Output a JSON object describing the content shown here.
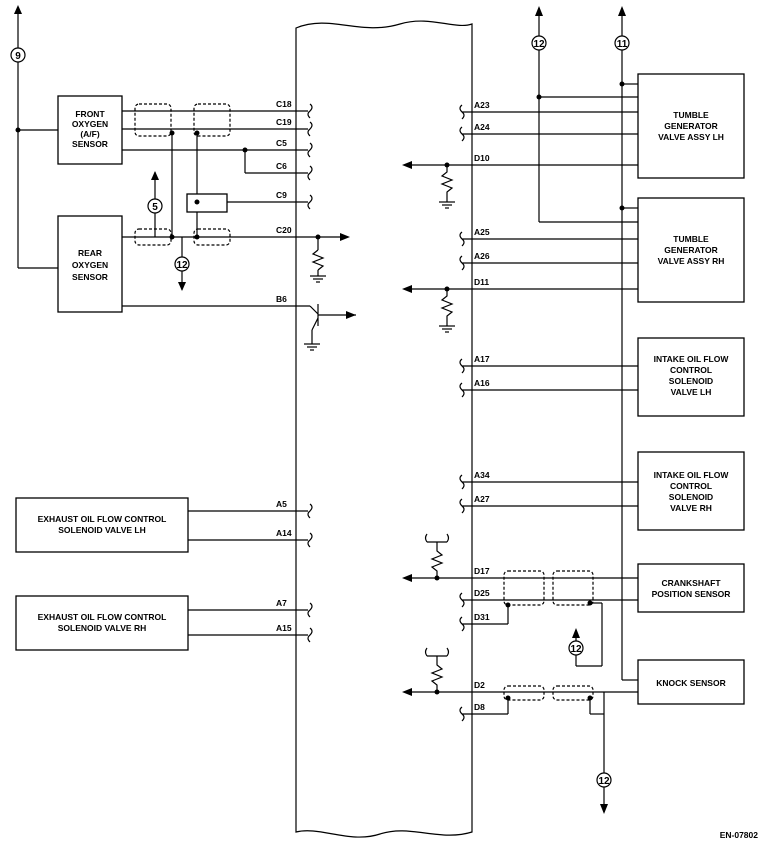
{
  "components": {
    "front_o2": [
      "FRONT",
      "OXYGEN",
      "(A/F)",
      "SENSOR"
    ],
    "rear_o2": [
      "REAR",
      "OXYGEN",
      "SENSOR"
    ],
    "exh_lh": [
      "EXHAUST OIL FLOW CONTROL",
      "SOLENOID VALVE LH"
    ],
    "exh_rh": [
      "EXHAUST OIL FLOW CONTROL",
      "SOLENOID VALVE RH"
    ],
    "tgv_lh": [
      "TUMBLE",
      "GENERATOR",
      "VALVE ASSY LH"
    ],
    "tgv_rh": [
      "TUMBLE",
      "GENERATOR",
      "VALVE ASSY RH"
    ],
    "intake_lh": [
      "INTAKE OIL FLOW",
      "CONTROL",
      "SOLENOID",
      "VALVE LH"
    ],
    "intake_rh": [
      "INTAKE OIL FLOW",
      "CONTROL",
      "SOLENOID",
      "VALVE RH"
    ],
    "crank": [
      "CRANKSHAFT",
      "POSITION SENSOR"
    ],
    "knock": [
      "KNOCK SENSOR"
    ]
  },
  "pins": {
    "c18": "C18",
    "c19": "C19",
    "c5": "C5",
    "c6": "C6",
    "c9": "C9",
    "c20": "C20",
    "b6": "B6",
    "a5": "A5",
    "a14": "A14",
    "a7": "A7",
    "a15": "A15",
    "a23": "A23",
    "a24": "A24",
    "d10": "D10",
    "a25": "A25",
    "a26": "A26",
    "d11": "D11",
    "a17": "A17",
    "a16": "A16",
    "a34": "A34",
    "a27": "A27",
    "d17": "D17",
    "d25": "D25",
    "d31": "D31",
    "d2": "D2",
    "d8": "D8"
  },
  "refs": {
    "r9": "9",
    "r5": "5",
    "r12": "12",
    "r11": "11"
  },
  "diagram_code": "EN-07802"
}
